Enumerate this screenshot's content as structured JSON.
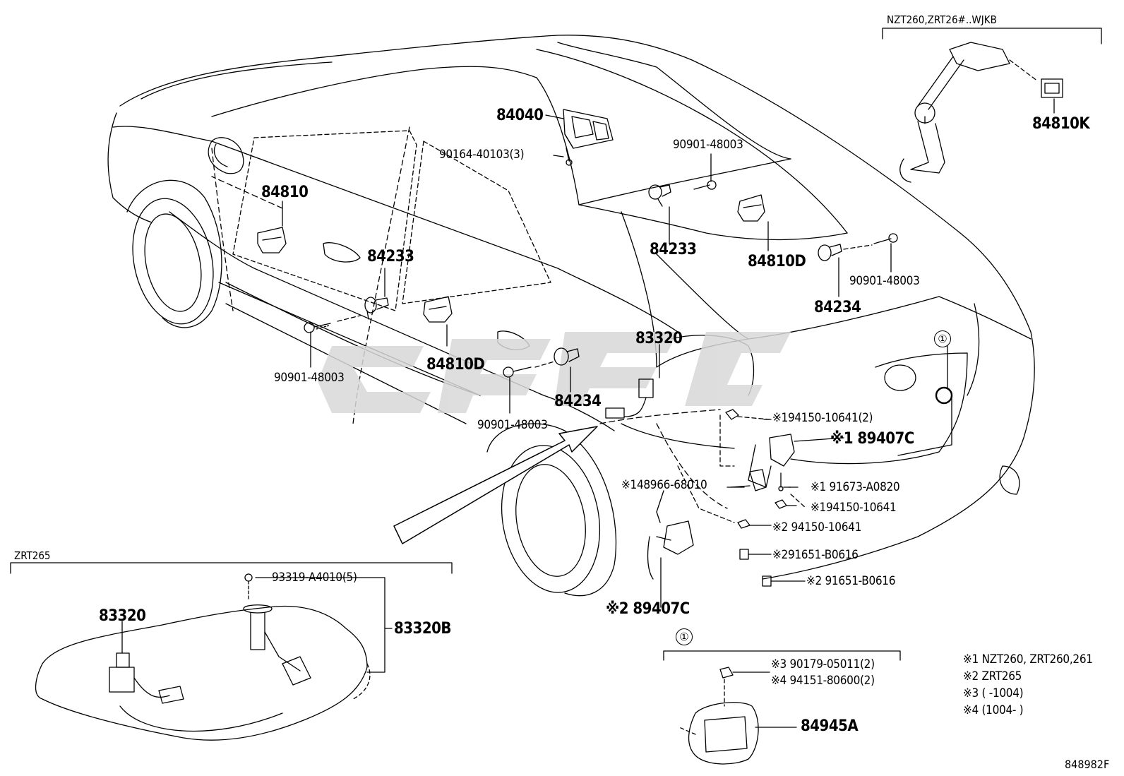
{
  "diagram": {
    "figure_id": "848982F",
    "variant_labels": {
      "top_right": "NZT260,ZRT26#..WJKB",
      "bottom_left": "ZRT265"
    },
    "circle_marker": "①",
    "part_numbers": {
      "p84040": "84040",
      "p90164": "90164-40103(3)",
      "p84810": "84810",
      "p84233_left": "84233",
      "p90901_left": "90901-48003",
      "p84810D_left": "84810D",
      "p84234_mid": "84234",
      "p90901_mid": "90901-48003",
      "p83320_top": "83320",
      "p90901_top": "90901-48003",
      "p84233_top": "84233",
      "p84810D_right": "84810D",
      "p84234_right": "84234",
      "p90901_right": "90901-48003",
      "p84810K": "84810K",
      "p94150_a": "※194150-10641(2)",
      "p89407C_top": "※1 89407C",
      "p48966": "※148966-68010",
      "p91673": "※1 91673-A0820",
      "p94150_b": "※194150-10641",
      "p94150_c": "※2 94150-10641",
      "p91651_a": "※291651-B0616",
      "p91651_b": "※2  91651-B0616",
      "p89407C_bot": "※2  89407C",
      "p93319": "93319-A4010(5)",
      "p83320_bot": "83320",
      "p83320B": "83320B",
      "p90179": "※3 90179-05011(2)",
      "p94151": "※4 94151-80600(2)",
      "p84945A": "84945A"
    },
    "notes": [
      "※1 NZT260, ZRT260,261",
      "※2 ZRT265",
      "※3 (      -1004)",
      "※4 (1004-      )"
    ]
  }
}
